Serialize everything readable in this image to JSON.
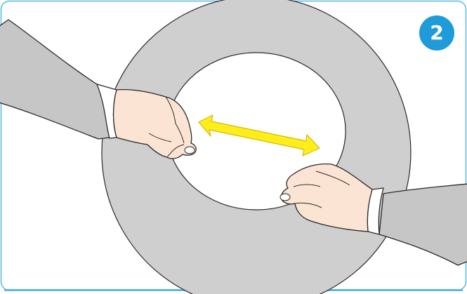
{
  "step_badge": {
    "number": "2"
  },
  "colors": {
    "frame_border": "#5bb8e8",
    "badge": "#1f9bd9",
    "ring": "#cfcfcf",
    "outline": "#2a2a2a",
    "sleeve": "#c6c6c6",
    "skin": "#fbe4d3",
    "cuff": "#ffffff",
    "arrow_fill": "#ffee1a",
    "arrow_stroke": "#d6b800"
  },
  "illustration": {
    "subject": "two-hands-stretching-ring",
    "arrow": "double-headed-arrow"
  }
}
